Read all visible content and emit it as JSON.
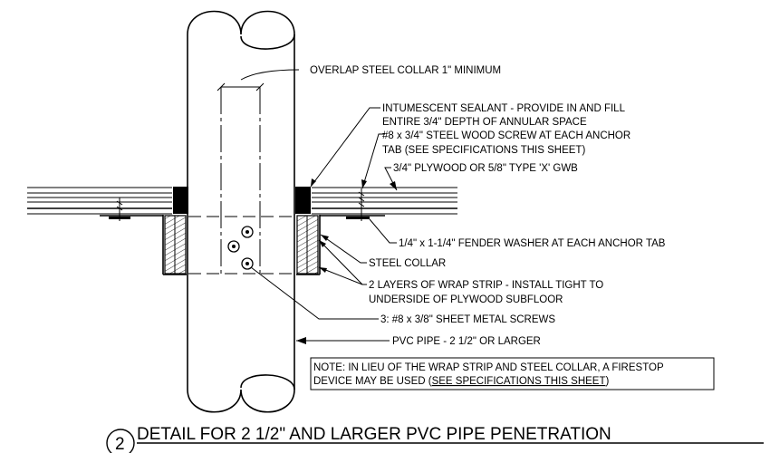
{
  "callouts": {
    "overlap": "OVERLAP STEEL COLLAR 1\" MINIMUM",
    "sealant_1": "INTUMESCENT SEALANT - PROVIDE IN AND FILL",
    "sealant_2": "ENTIRE 3/4\" DEPTH OF ANNULAR SPACE",
    "screw_1": "#8 x 3/4\" STEEL WOOD SCREW AT EACH ANCHOR",
    "screw_2": "TAB (SEE SPECIFICATIONS THIS SHEET)",
    "plywood": "3/4\" PLYWOOD OR 5/8\" TYPE 'X' GWB",
    "washer": "1/4\" x 1-1/4\" FENDER WASHER AT EACH ANCHOR TAB",
    "collar": "STEEL COLLAR",
    "wrap_1": "2 LAYERS OF WRAP STRIP - INSTALL TIGHT TO",
    "wrap_2": "UNDERSIDE OF PLYWOOD SUBFLOOR",
    "metal_screws": "3: #8 x 3/8\" SHEET METAL SCREWS",
    "pipe": "PVC PIPE - 2 1/2\" OR LARGER"
  },
  "note": {
    "line_1": "NOTE: IN LIEU OF THE WRAP STRIP AND STEEL COLLAR, A FIRESTOP",
    "line_2_prefix": "DEVICE MAY BE USED (",
    "line_2_link": "SEE SPECIFICATIONS THIS SHEET",
    "line_2_suffix": ")"
  },
  "title": {
    "number": "2",
    "text": "DETAIL FOR 2 1/2\" AND LARGER PVC PIPE PENETRATION"
  },
  "colors": {
    "ink": "#000000",
    "background": "#ffffff"
  }
}
